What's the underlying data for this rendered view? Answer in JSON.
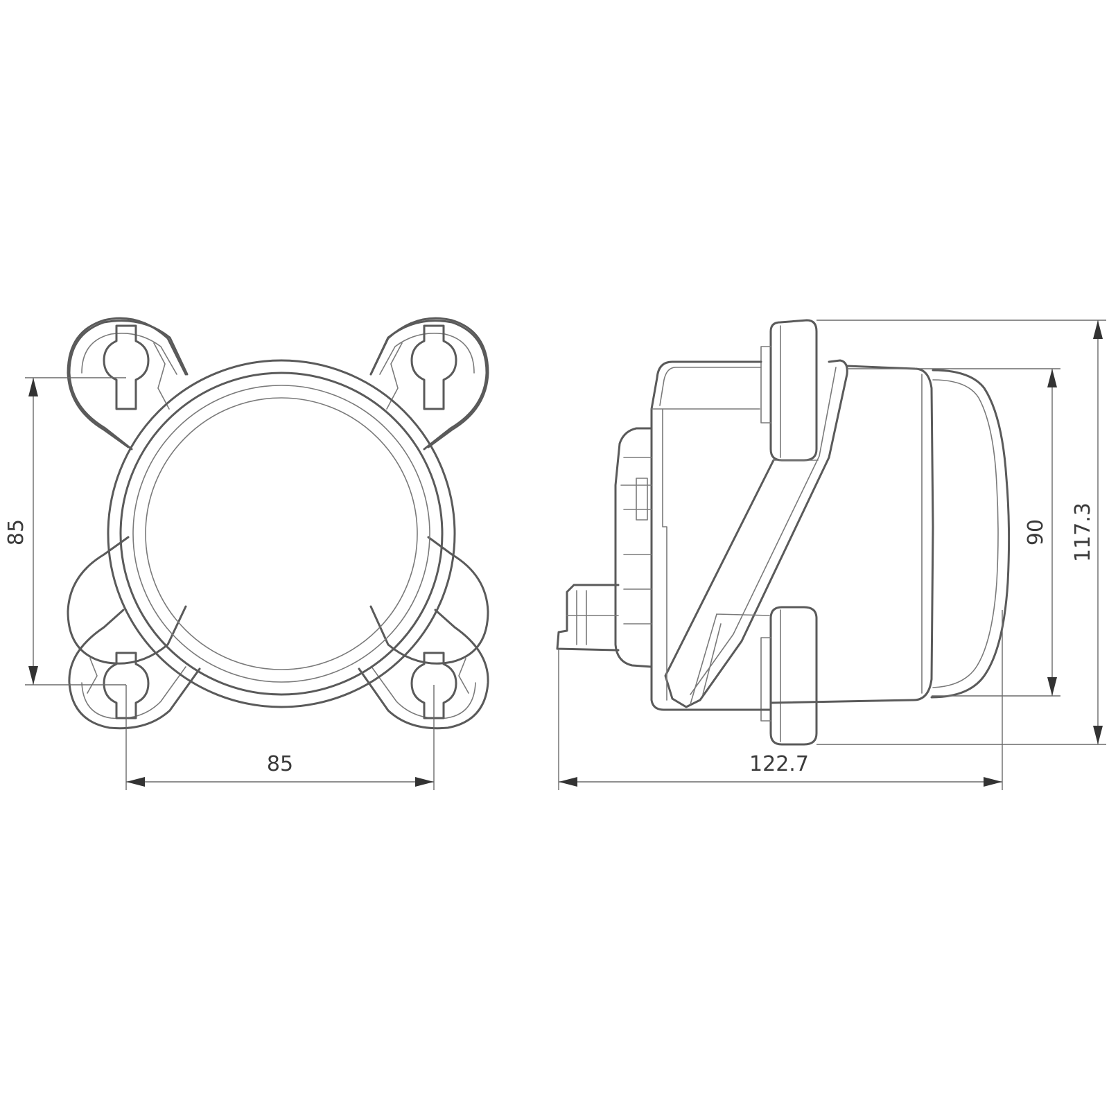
{
  "dimensions": {
    "front_height": "85",
    "front_width": "85",
    "side_length": "122.7",
    "lens_diameter": "90",
    "overall_height": "117.3"
  }
}
